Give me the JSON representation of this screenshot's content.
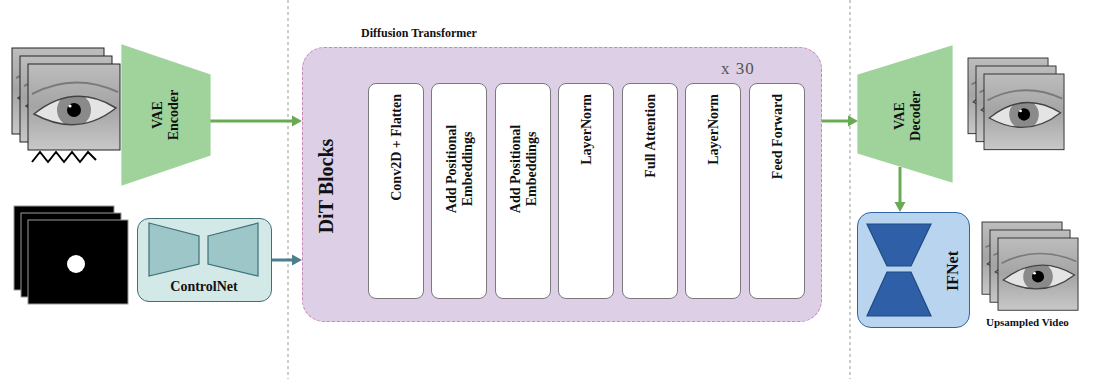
{
  "diagram": {
    "nodes": [
      {
        "text": [
          "VAE Encoder"
        ]
      },
      {
        "text": [
          "ControlNet"
        ]
      },
      {
        "text": [
          "Diffusion Transformer",
          "DiT Blocks",
          "x 30"
        ]
      },
      {
        "text": [
          "Conv2D + Flatten"
        ],
        "in": 2
      },
      {
        "text": [
          "Add Positional Embeddings"
        ],
        "in": 2
      },
      {
        "text": [
          "Add Positional Embeddings"
        ],
        "in": 2
      },
      {
        "text": [
          "LayerNorm"
        ],
        "in": 2
      },
      {
        "text": [
          "Full Attention"
        ],
        "in": 2
      },
      {
        "text": [
          "LayerNorm"
        ],
        "in": 2
      },
      {
        "text": [
          "Feed Forward"
        ],
        "in": 2
      },
      {
        "text": [
          "VAE Decoder"
        ]
      },
      {
        "text": [
          "IFNet"
        ]
      }
    ],
    "edges": [
      {
        "from": 0,
        "to": 2,
        "arrow": "to"
      },
      {
        "from": 1,
        "to": 2,
        "arrow": "to"
      },
      {
        "from": 2,
        "to": 10,
        "arrow": "to"
      },
      {
        "from": 10,
        "to": 11,
        "arrow": "to"
      }
    ],
    "labels": [
      "Upsampled Video"
    ]
  }
}
